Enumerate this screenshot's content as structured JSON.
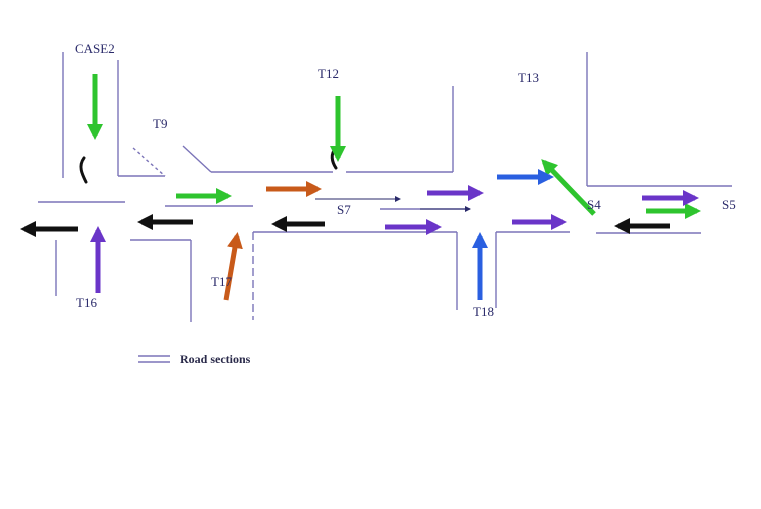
{
  "labels": {
    "case": "CASE2",
    "t9": "T9",
    "t12": "T12",
    "t13": "T13",
    "s7": "S7",
    "s4": "S4",
    "s5": "S5",
    "t16": "T16",
    "t17": "T17",
    "t18": "T18"
  },
  "legend": {
    "label": "Road sections"
  },
  "colors": {
    "road": "#7b74b8",
    "green": "#2ec42e",
    "purple": "#6a35c8",
    "black": "#111111",
    "orange": "#c85a1a",
    "blue": "#2a5fe0",
    "label": "#2a2a6a"
  }
}
